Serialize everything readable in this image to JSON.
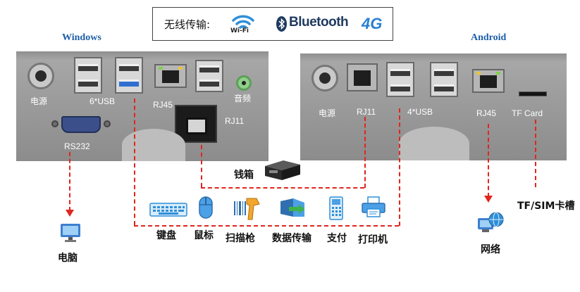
{
  "wireless": {
    "label": "无线传输:",
    "wifi_text": "Wi-Fi",
    "bluetooth_text": "Bluetooth",
    "g4_text": "4G"
  },
  "windows": {
    "title": "Windows",
    "ports": {
      "power": "电源",
      "usb": "6*USB",
      "rj45": "RJ45",
      "audio": "音频",
      "rj11": "RJ11",
      "rs232": "RS232"
    }
  },
  "android": {
    "title": "Android",
    "ports": {
      "power": "电源",
      "rj11": "RJ11",
      "usb": "4*USB",
      "rj45": "RJ45",
      "tf": "TF Card"
    }
  },
  "devices": {
    "cash_drawer": "钱箱",
    "computer": "电脑",
    "keyboard": "键盘",
    "mouse": "鼠标",
    "scanner": "扫描枪",
    "data_transfer": "数据传输",
    "payment": "支付",
    "printer": "打印机",
    "network": "网络",
    "tf_sim": "TF/SIM卡槽"
  },
  "colors": {
    "connector": "#e0261e",
    "title": "#1d5fa8",
    "icon_blue": "#2f8fd8"
  },
  "icons": {
    "wifi": "wifi-icon",
    "bluetooth": "bluetooth-icon",
    "cash_drawer": "cash-drawer-icon",
    "computer": "monitor-icon",
    "keyboard": "keyboard-icon",
    "mouse": "mouse-icon",
    "scanner": "barcode-scanner-icon",
    "data_transfer": "data-transfer-icon",
    "payment": "payment-terminal-icon",
    "printer": "printer-icon",
    "network": "network-globe-icon"
  }
}
